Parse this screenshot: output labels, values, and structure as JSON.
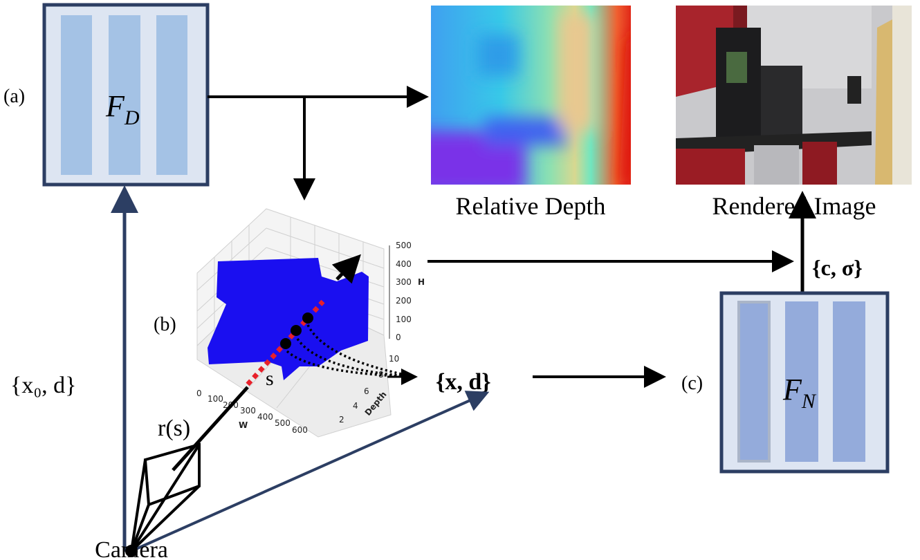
{
  "labels": {
    "a": "(a)",
    "b": "(b)",
    "c": "(c)",
    "fd_main": "F",
    "fd_sub": "D",
    "fn_main": "F",
    "fn_sub": "N",
    "relative_depth": "Relative Depth",
    "rendered_image": "Rendered Image",
    "c_sigma": "{c, σ}",
    "x_d": "{x, d}",
    "x0_d": "{x₀, d}",
    "r_s": "r(s)",
    "s": "s",
    "camera": "Camera"
  },
  "plot": {
    "h_label": "H",
    "h_ticks": [
      "500",
      "400",
      "300",
      "200",
      "100",
      "0"
    ],
    "depth_label": "Depth",
    "depth_ticks": [
      "10",
      "8",
      "6",
      "4",
      "2"
    ],
    "w_label": "W",
    "w_ticks": [
      "0",
      "100",
      "200",
      "300",
      "400",
      "500",
      "600"
    ],
    "surface_color": "#1a0ff0",
    "ray_color": "#e8202a"
  },
  "colors": {
    "box_border": "#2c3e63",
    "box_fill": "#dde5f2",
    "fd_bar": "#a4c2e5",
    "fn_bar": "#94abdb",
    "camera_line": "#2c3e63"
  }
}
